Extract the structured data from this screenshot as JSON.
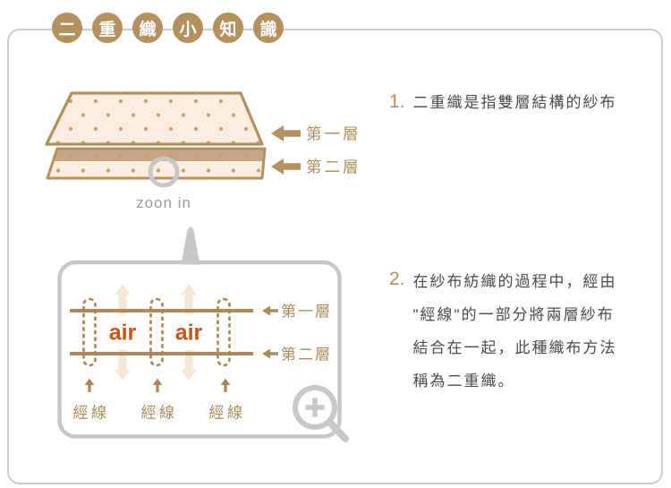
{
  "colors": {
    "accent_tan": "#b3905c",
    "line_brown": "#ae8a58",
    "cream_fill": "#fbeee1",
    "shadow_tan": "#c6a685",
    "dot_tan": "#c59f68",
    "air_orange": "#d0530f",
    "gray_outline": "#c7c7c7",
    "text_dark": "#4a4a4a"
  },
  "title": {
    "badges": [
      "二",
      "重",
      "織",
      "小",
      "知",
      "識"
    ]
  },
  "fabric": {
    "layer1_label": "第一層",
    "layer2_label": "第二層",
    "zoom_hint": "zoon in"
  },
  "magnified": {
    "layer1_label": "第一層",
    "layer2_label": "第二層",
    "air_labels": [
      "air",
      "air"
    ],
    "warp_labels": [
      "經線",
      "經線",
      "經線"
    ]
  },
  "notes": [
    {
      "number": "1.",
      "lines": [
        "二重織是指雙層結構的紗布"
      ]
    },
    {
      "number": "2.",
      "lines": [
        "在紗布紡織的過程中，經由",
        "\"經線\"的一部分將兩層紗布",
        "結合在一起，此種織布方法",
        "稱為二重織。"
      ]
    }
  ]
}
